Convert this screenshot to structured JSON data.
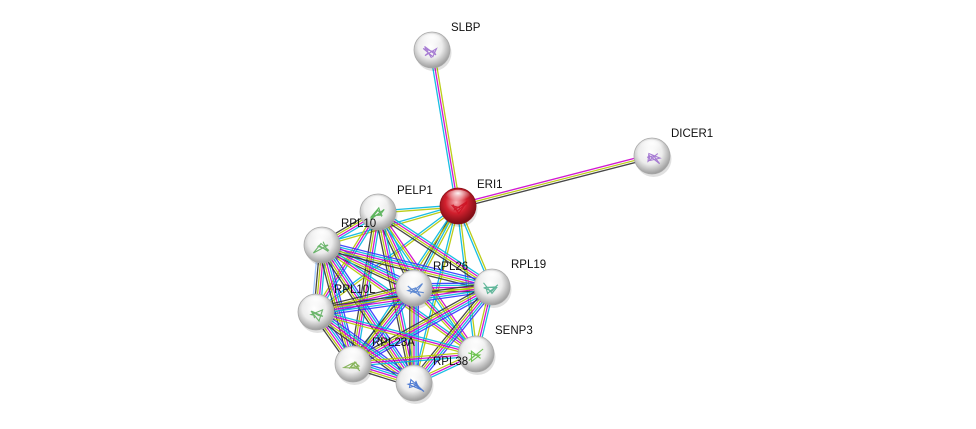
{
  "network": {
    "edge_colors": {
      "database": "#00b7e0",
      "experiments": "#cc00cc",
      "textmining": "#b5c800",
      "coexpression": "#333333",
      "neighborhood": "#3333ff",
      "gene_fusion": "#ff0000",
      "homology": "#99c3ff"
    },
    "node_colors": {
      "default": "#e8e8e8",
      "query": "#d2202e"
    },
    "nodes": [
      {
        "id": "ERI1",
        "label": "ERI1",
        "query": true,
        "structure_color": "#cc1122"
      },
      {
        "id": "SLBP",
        "label": "SLBP",
        "query": false,
        "structure_color": "#9966cc"
      },
      {
        "id": "DICER1",
        "label": "DICER1",
        "query": false,
        "structure_color": "#9966cc"
      },
      {
        "id": "PELP1",
        "label": "PELP1",
        "query": false,
        "structure_color": "#44aa44"
      },
      {
        "id": "RPL10",
        "label": "RPL10",
        "query": false,
        "structure_color": "#55aa55"
      },
      {
        "id": "RPL26",
        "label": "RPL26",
        "query": false,
        "structure_color": "#4477cc"
      },
      {
        "id": "RPL19",
        "label": "RPL19",
        "query": false,
        "structure_color": "#44aa88"
      },
      {
        "id": "RPL10L",
        "label": "RPL10L",
        "query": false,
        "structure_color": "#55aa55"
      },
      {
        "id": "SENP3",
        "label": "SENP3",
        "query": false,
        "structure_color": "#55bb33"
      },
      {
        "id": "RPL23A",
        "label": "RPL23A",
        "query": false,
        "structure_color": "#77aa44"
      },
      {
        "id": "RPL38",
        "label": "RPL38",
        "query": false,
        "structure_color": "#3366cc"
      }
    ],
    "edges": [
      {
        "source": "ERI1",
        "target": "SLBP",
        "evidence": [
          "database",
          "experiments",
          "textmining"
        ]
      },
      {
        "source": "ERI1",
        "target": "DICER1",
        "evidence": [
          "experiments",
          "textmining",
          "coexpression"
        ]
      },
      {
        "source": "ERI1",
        "target": "PELP1",
        "evidence": [
          "textmining",
          "database"
        ]
      },
      {
        "source": "ERI1",
        "target": "RPL10",
        "evidence": [
          "textmining",
          "database"
        ]
      },
      {
        "source": "ERI1",
        "target": "RPL26",
        "evidence": [
          "textmining",
          "database",
          "coexpression"
        ]
      },
      {
        "source": "ERI1",
        "target": "RPL19",
        "evidence": [
          "textmining",
          "database"
        ]
      },
      {
        "source": "ERI1",
        "target": "RPL10L",
        "evidence": [
          "textmining",
          "database"
        ]
      },
      {
        "source": "ERI1",
        "target": "SENP3",
        "evidence": [
          "textmining",
          "database"
        ]
      },
      {
        "source": "ERI1",
        "target": "RPL23A",
        "evidence": [
          "textmining",
          "database"
        ]
      },
      {
        "source": "ERI1",
        "target": "RPL38",
        "evidence": [
          "textmining",
          "database"
        ]
      },
      {
        "source": "PELP1",
        "target": "RPL10",
        "evidence": [
          "database",
          "experiments",
          "textmining",
          "coexpression"
        ]
      },
      {
        "source": "PELP1",
        "target": "RPL26",
        "evidence": [
          "database",
          "experiments",
          "textmining",
          "coexpression"
        ]
      },
      {
        "source": "PELP1",
        "target": "RPL19",
        "evidence": [
          "database",
          "experiments",
          "textmining",
          "coexpression"
        ]
      },
      {
        "source": "PELP1",
        "target": "RPL10L",
        "evidence": [
          "database",
          "experiments",
          "textmining"
        ]
      },
      {
        "source": "PELP1",
        "target": "SENP3",
        "evidence": [
          "experiments",
          "textmining",
          "database"
        ]
      },
      {
        "source": "PELP1",
        "target": "RPL23A",
        "evidence": [
          "database",
          "experiments",
          "textmining",
          "coexpression"
        ]
      },
      {
        "source": "PELP1",
        "target": "RPL38",
        "evidence": [
          "database",
          "experiments",
          "textmining",
          "coexpression"
        ]
      },
      {
        "source": "RPL10",
        "target": "RPL26",
        "evidence": [
          "neighborhood",
          "database",
          "experiments",
          "textmining",
          "coexpression"
        ]
      },
      {
        "source": "RPL10",
        "target": "RPL19",
        "evidence": [
          "neighborhood",
          "database",
          "experiments",
          "textmining",
          "coexpression"
        ]
      },
      {
        "source": "RPL10",
        "target": "RPL10L",
        "evidence": [
          "database",
          "experiments",
          "textmining",
          "coexpression",
          "homology"
        ]
      },
      {
        "source": "RPL10",
        "target": "SENP3",
        "evidence": [
          "database",
          "experiments",
          "textmining"
        ]
      },
      {
        "source": "RPL10",
        "target": "RPL23A",
        "evidence": [
          "neighborhood",
          "database",
          "experiments",
          "textmining",
          "coexpression"
        ]
      },
      {
        "source": "RPL10",
        "target": "RPL38",
        "evidence": [
          "neighborhood",
          "database",
          "experiments",
          "textmining",
          "coexpression"
        ]
      },
      {
        "source": "RPL26",
        "target": "RPL19",
        "evidence": [
          "neighborhood",
          "database",
          "experiments",
          "textmining",
          "coexpression"
        ]
      },
      {
        "source": "RPL26",
        "target": "RPL10L",
        "evidence": [
          "neighborhood",
          "database",
          "experiments",
          "textmining",
          "coexpression"
        ]
      },
      {
        "source": "RPL26",
        "target": "SENP3",
        "evidence": [
          "database",
          "experiments",
          "textmining"
        ]
      },
      {
        "source": "RPL26",
        "target": "RPL23A",
        "evidence": [
          "neighborhood",
          "database",
          "experiments",
          "textmining",
          "coexpression"
        ]
      },
      {
        "source": "RPL26",
        "target": "RPL38",
        "evidence": [
          "neighborhood",
          "database",
          "experiments",
          "textmining",
          "coexpression"
        ]
      },
      {
        "source": "RPL19",
        "target": "RPL10L",
        "evidence": [
          "neighborhood",
          "database",
          "experiments",
          "textmining",
          "coexpression"
        ]
      },
      {
        "source": "RPL19",
        "target": "SENP3",
        "evidence": [
          "database",
          "experiments",
          "textmining"
        ]
      },
      {
        "source": "RPL19",
        "target": "RPL23A",
        "evidence": [
          "neighborhood",
          "database",
          "experiments",
          "textmining",
          "coexpression"
        ]
      },
      {
        "source": "RPL19",
        "target": "RPL38",
        "evidence": [
          "neighborhood",
          "database",
          "experiments",
          "textmining",
          "coexpression"
        ]
      },
      {
        "source": "RPL10L",
        "target": "SENP3",
        "evidence": [
          "database",
          "experiments",
          "textmining"
        ]
      },
      {
        "source": "RPL10L",
        "target": "RPL23A",
        "evidence": [
          "neighborhood",
          "database",
          "experiments",
          "textmining",
          "coexpression"
        ]
      },
      {
        "source": "RPL10L",
        "target": "RPL38",
        "evidence": [
          "neighborhood",
          "database",
          "experiments",
          "textmining",
          "coexpression"
        ]
      },
      {
        "source": "SENP3",
        "target": "RPL23A",
        "evidence": [
          "database",
          "experiments",
          "textmining"
        ]
      },
      {
        "source": "SENP3",
        "target": "RPL38",
        "evidence": [
          "database",
          "experiments",
          "textmining"
        ]
      },
      {
        "source": "RPL23A",
        "target": "RPL38",
        "evidence": [
          "neighborhood",
          "database",
          "experiments",
          "textmining",
          "coexpression"
        ]
      }
    ]
  }
}
